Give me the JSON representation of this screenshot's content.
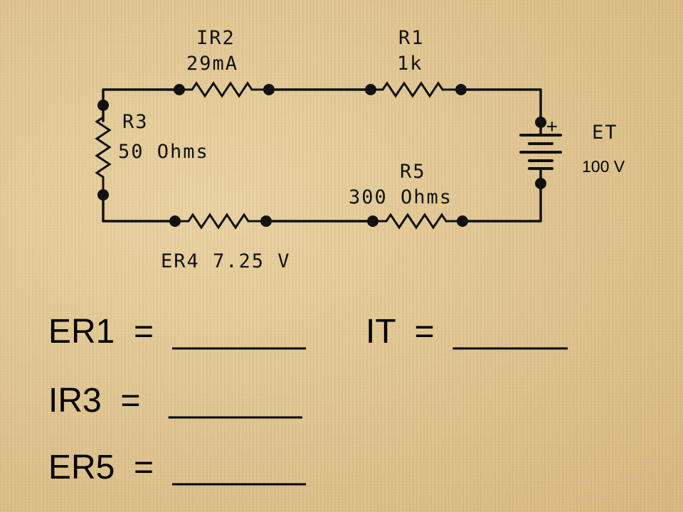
{
  "labels": {
    "ir2_name": "IR2",
    "ir2_value": "29mA",
    "r1_name": "R1",
    "r1_value": "1k",
    "r3_name": "R3",
    "r3_value": "50 Ohms",
    "et_name": "ET",
    "et_value": "100 V",
    "plus": "+",
    "r5_name": "R5",
    "r5_value": "300 Ohms",
    "er4": "ER4 7.25 V"
  },
  "questions": {
    "er1": "ER1  =  _______",
    "it": "IT  =  ______",
    "ir3": "IR3  =   _______",
    "er5": "ER5  =  _______"
  }
}
